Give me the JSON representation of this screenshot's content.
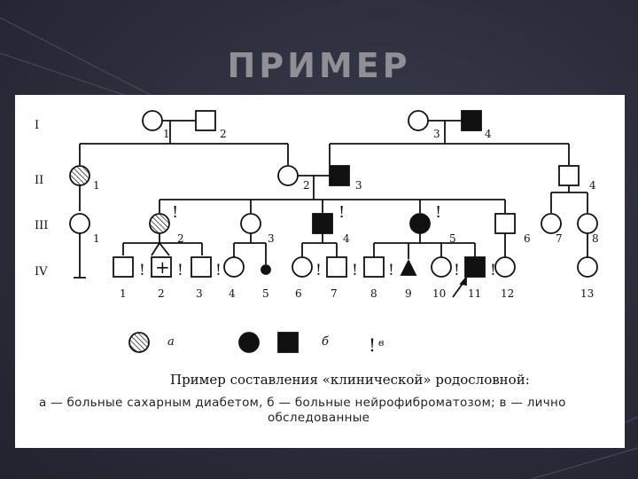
{
  "slide": {
    "title": "ПРИМЕР"
  },
  "pedigree": {
    "generations": [
      "I",
      "II",
      "III",
      "IV"
    ],
    "numbers": {
      "gen1": [
        "1",
        "2",
        "3",
        "4"
      ],
      "gen2": [
        "1",
        "2",
        "3",
        "4"
      ],
      "gen3": [
        "1",
        "2",
        "3",
        "4",
        "5",
        "6",
        "7",
        "8"
      ],
      "gen4": [
        "1",
        "2",
        "3",
        "4",
        "5",
        "6",
        "7",
        "8",
        "9",
        "10",
        "11",
        "12",
        "13"
      ]
    },
    "legend": {
      "a": "а",
      "b": "б",
      "v": "в",
      "mark": "!"
    },
    "caption_title": "Пример составления «клинической» родословной:",
    "caption_line1": "а — больные сахарным диабетом, б — больные нейрофиброматозом; в — лично",
    "caption_line2": "обследованные"
  }
}
